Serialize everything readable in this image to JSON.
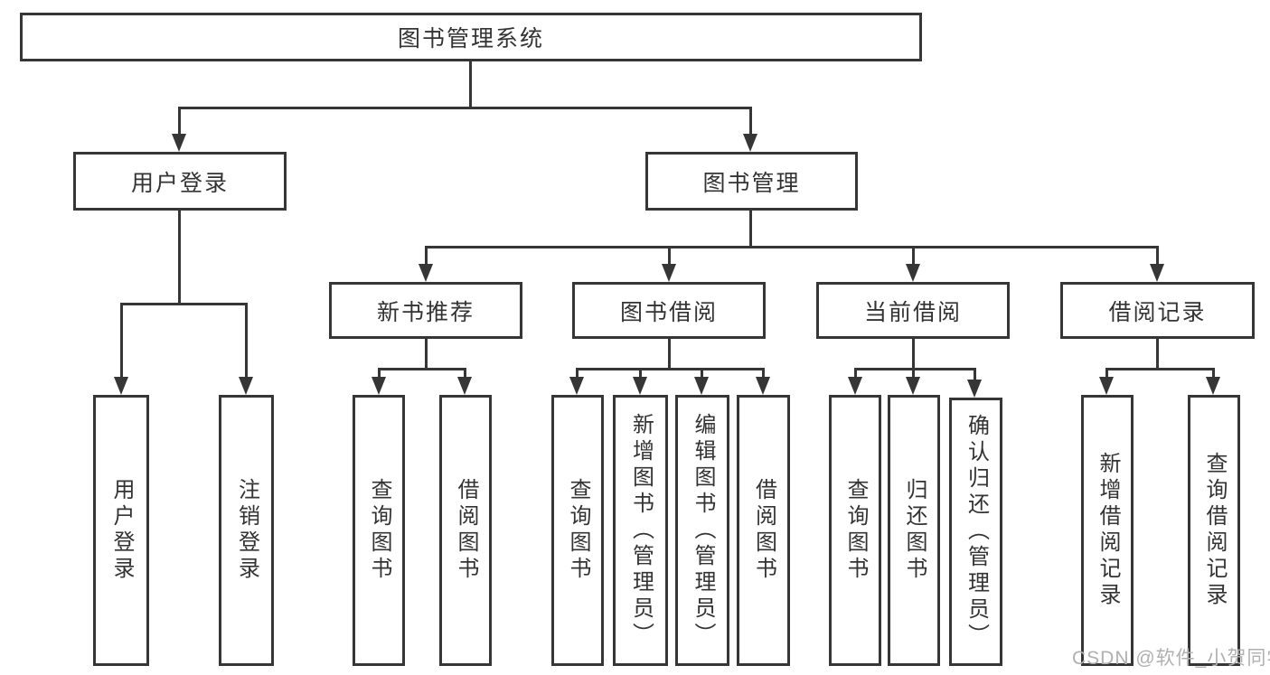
{
  "tree": {
    "root": {
      "label": "图书管理系统"
    },
    "branches": [
      {
        "label": "用户登录",
        "children": [
          {
            "label": "用户登录"
          },
          {
            "label": "注销登录"
          }
        ]
      },
      {
        "label": "图书管理",
        "children": [
          {
            "label": "新书推荐",
            "children": [
              {
                "label": "查询图书"
              },
              {
                "label": "借阅图书"
              }
            ]
          },
          {
            "label": "图书借阅",
            "children": [
              {
                "label": "查询图书"
              },
              {
                "label": "新增图书（管理员）"
              },
              {
                "label": "编辑图书（管理员）"
              },
              {
                "label": "借阅图书"
              }
            ]
          },
          {
            "label": "当前借阅",
            "children": [
              {
                "label": "查询图书"
              },
              {
                "label": "归还图书"
              },
              {
                "label": "确认归还（管理员）"
              }
            ]
          },
          {
            "label": "借阅记录",
            "children": [
              {
                "label": "新增借阅记录"
              },
              {
                "label": "查询借阅记录"
              }
            ]
          }
        ]
      }
    ]
  },
  "watermark": {
    "text": "CSDN @软件_小贺同学"
  },
  "colors": {
    "line": "#363636",
    "text": "#333333",
    "watermark": "#b0b0b0",
    "background": "#ffffff"
  }
}
